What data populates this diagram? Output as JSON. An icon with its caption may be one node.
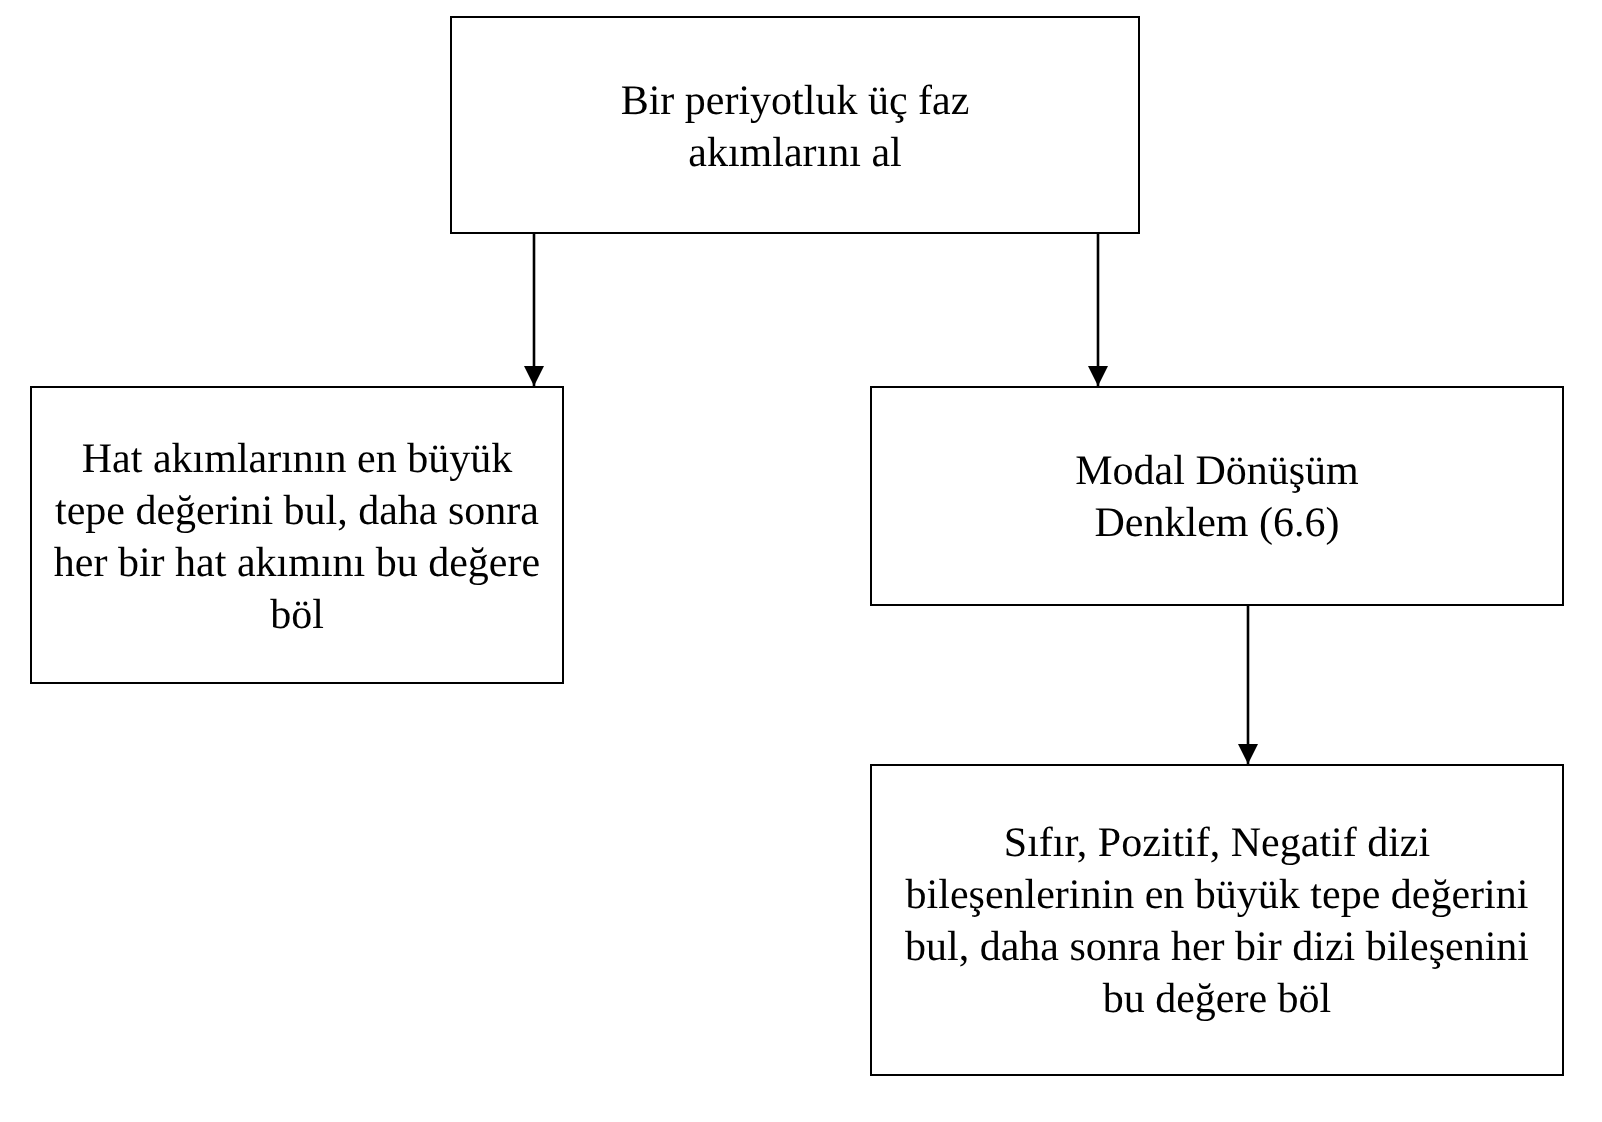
{
  "diagram": {
    "nodes": [
      {
        "text": [
          "Bir periyotluk üç faz akımlarını al"
        ]
      },
      {
        "text": [
          "Hat akımlarının en büyük tepe değerini bul, daha sonra her bir hat akımını bu değere böl"
        ]
      },
      {
        "text": [
          "Modal Dönüşüm Denklem (6.6)"
        ]
      },
      {
        "text": [
          "Sıfır, Pozitif, Negatif dizi bileşenlerinin en büyük tepe değerini bul, daha sonra her bir dizi bileşenini bu değere böl"
        ]
      }
    ],
    "edges": [
      {
        "from": 0,
        "to": 1,
        "arrow": "to"
      },
      {
        "from": 0,
        "to": 2,
        "arrow": "to"
      },
      {
        "from": 2,
        "to": 3,
        "arrow": "to"
      }
    ]
  }
}
